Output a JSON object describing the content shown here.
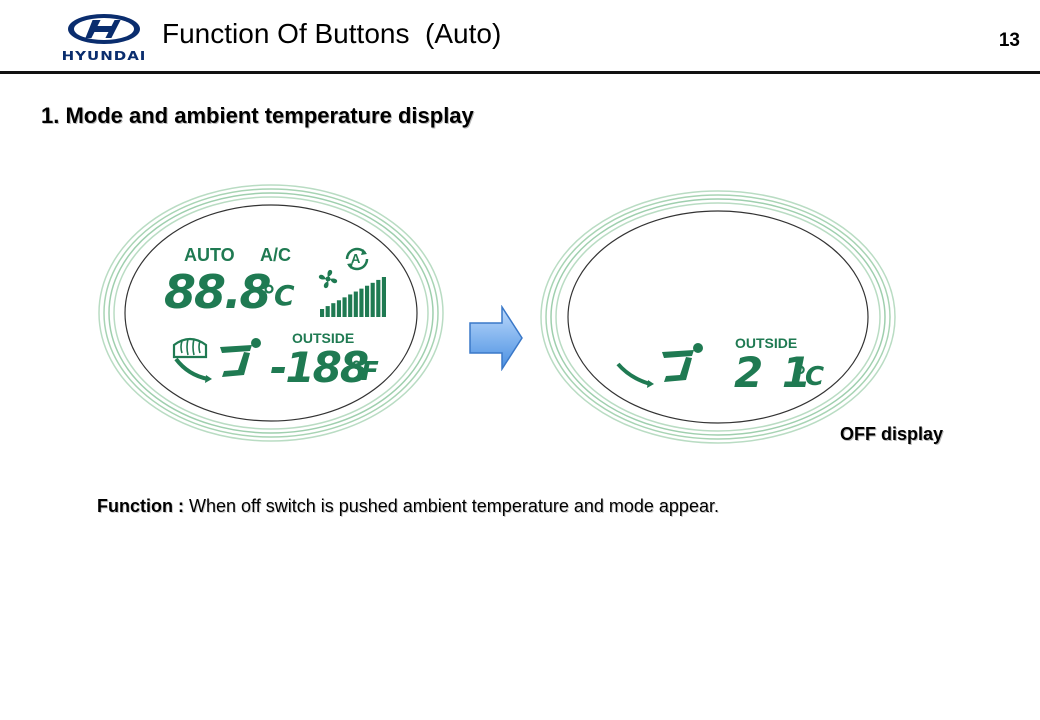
{
  "header": {
    "logo_word": "HYUNDAI",
    "title": "Function Of Buttons  (Auto)",
    "page_number": "13"
  },
  "section": {
    "heading": "1. Mode and ambient temperature display"
  },
  "display_on": {
    "auto": "AUTO",
    "ac": "A/C",
    "recirc_letter": "A",
    "set_temp": "88.8",
    "set_unit": "°C",
    "outside_label": "OUTSIDE",
    "outside_temp": "-188",
    "outside_unit": "°F",
    "fan_level_bars": 12,
    "icons": [
      "fan-icon",
      "auto-recirculation-icon",
      "fan-level-bars",
      "rear-defrost-icon",
      "airflow-mode-icon"
    ]
  },
  "display_off": {
    "outside_label": "OUTSIDE",
    "outside_temp": "2 1",
    "outside_unit": "°C",
    "caption": "OFF display"
  },
  "function": {
    "label": "Function : ",
    "text": "When off switch is pushed ambient temperature and mode appear."
  },
  "colors": {
    "lcd_green": "#1f7a52",
    "ring_green": "#9fcfae",
    "arrow_blue": "#4a90e2"
  }
}
